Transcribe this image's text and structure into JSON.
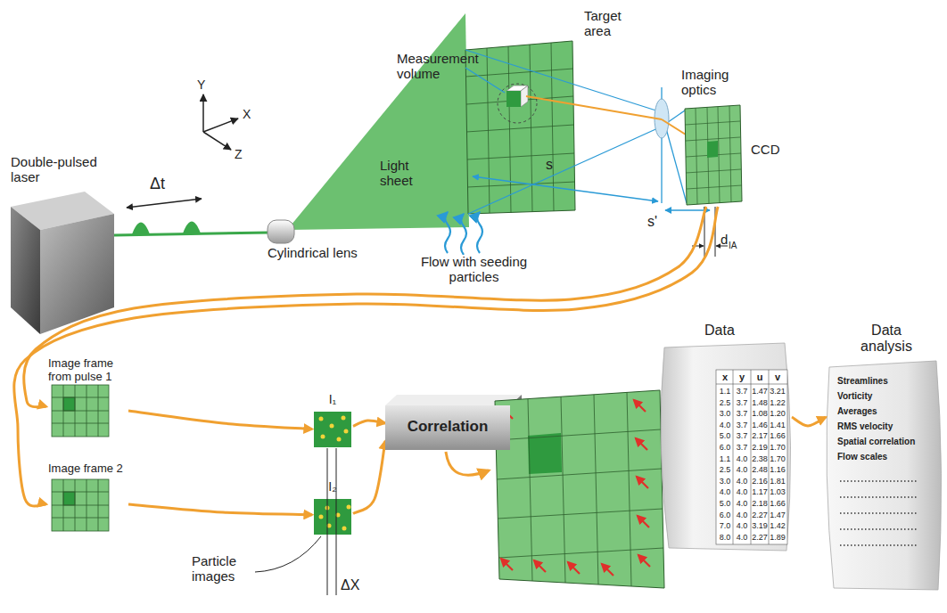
{
  "diagram": {
    "nodes": [
      {
        "text": [
          "Double-pulsed laser"
        ]
      },
      {
        "text": [
          "CCD"
        ]
      },
      {
        "text": [
          "Image frame from pulse 1"
        ]
      },
      {
        "text": [
          "Image frame 2"
        ]
      },
      {
        "text": [
          "I₁"
        ]
      },
      {
        "text": [
          "I₂"
        ]
      },
      {
        "text": [
          "Correlation"
        ]
      },
      {
        "text": [
          "Data"
        ]
      },
      {
        "text": [
          "Data analysis",
          "Streamlines",
          "Vorticity",
          "Averages",
          "RMS velocity",
          "Spatial correlation",
          "Flow scales"
        ]
      }
    ],
    "edges": [
      {
        "from": 1,
        "to": 2,
        "arrow": "to"
      },
      {
        "from": 1,
        "to": 3,
        "arrow": "to"
      },
      {
        "from": 2,
        "to": 4,
        "arrow": "to"
      },
      {
        "from": 3,
        "to": 5,
        "arrow": "to"
      },
      {
        "from": 4,
        "to": 6,
        "arrow": "to"
      },
      {
        "from": 5,
        "to": 6,
        "arrow": "to"
      },
      {
        "from": 7,
        "to": 8,
        "arrow": "to"
      }
    ],
    "labels": [
      "Y",
      "X",
      "Z",
      "Δt",
      "Cylindrical lens",
      "Light sheet",
      "Measurement volume",
      "Target area",
      "Imaging optics",
      "s",
      "s'",
      "d",
      "IA",
      "Flow with seeding particles",
      "Particle images",
      "ΔX",
      "x",
      "y",
      "u",
      "v",
      "1.1",
      "3.7",
      "1.47",
      "3.21",
      "2.5",
      "3.7",
      "1.48",
      "1.22",
      "3.0",
      "3.7",
      "1.08",
      "1.20",
      "4.0",
      "3.7",
      "1.46",
      "1.41",
      "5.0",
      "3.7",
      "2.17",
      "1.66",
      "6.0",
      "3.7",
      "2.19",
      "1.70",
      "1.1",
      "4.0",
      "2.38",
      "1.70",
      "2.5",
      "4.0",
      "2.48",
      "1.16",
      "3.0",
      "4.0",
      "2.16",
      "1.81",
      "4.0",
      "4.0",
      "1.17",
      "1.03",
      "5.0",
      "4.0",
      "2.18",
      "1.66",
      "6.0",
      "4.0",
      "2.27",
      "1.47",
      "7.0",
      "4.0",
      "3.19",
      "1.42",
      "8.0",
      "4.0",
      "2.27",
      "1.89"
    ]
  }
}
